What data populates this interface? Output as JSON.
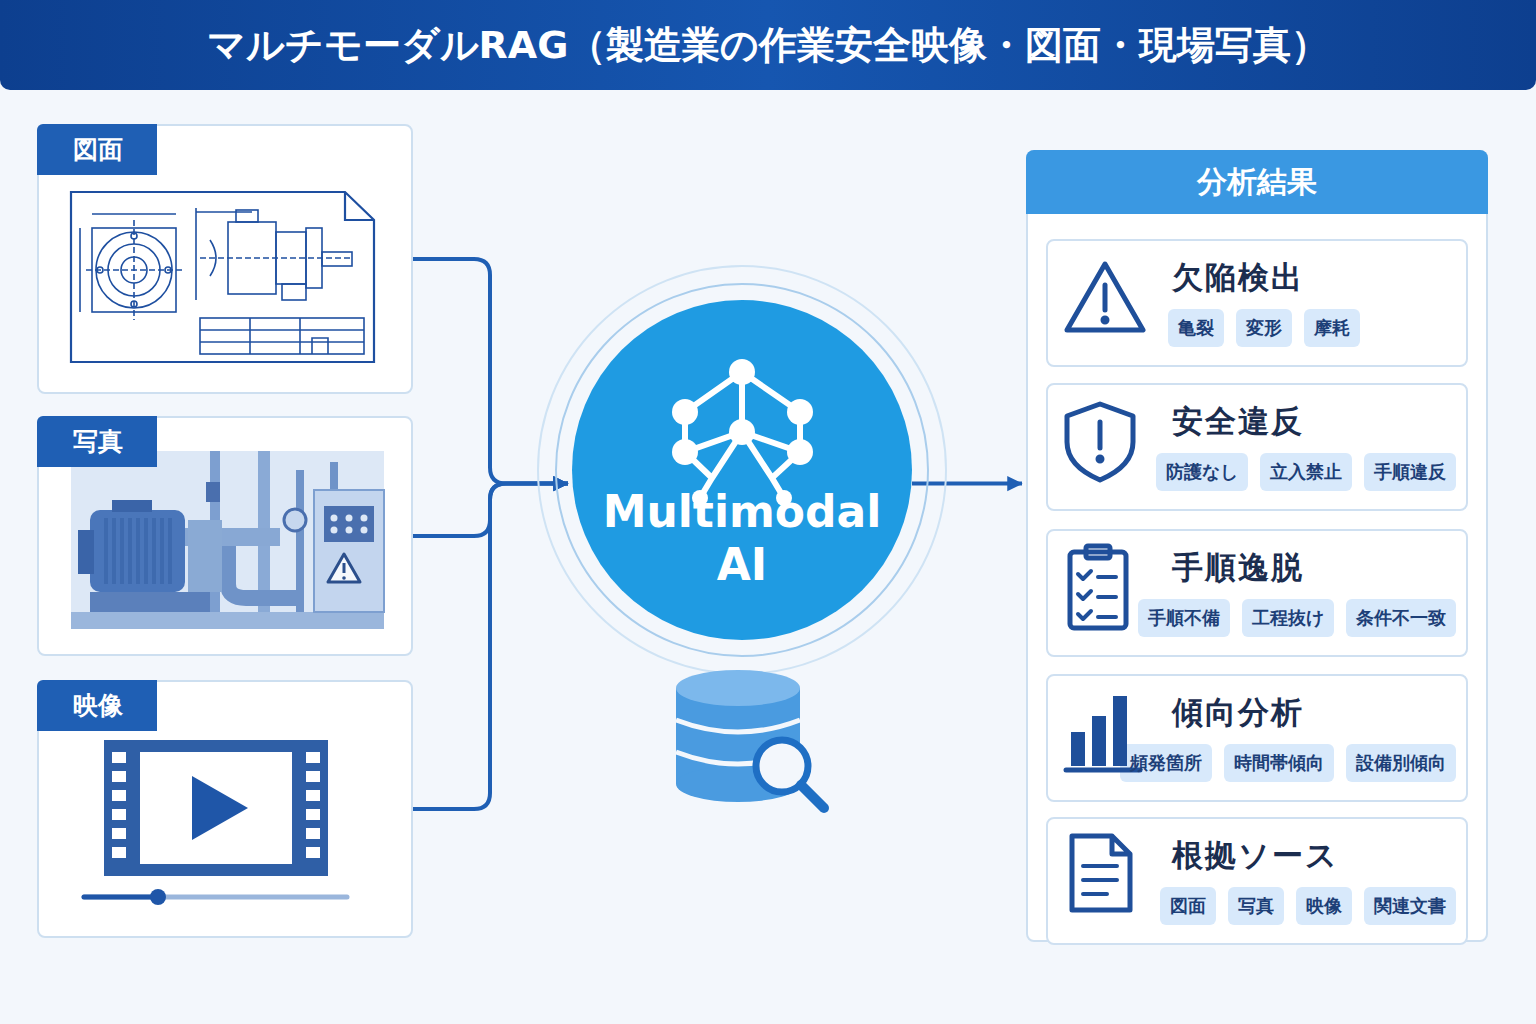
{
  "diagram": {
    "title": "マルチモーダルRAG（製造業の作業安全映像・図面・現場写真）",
    "nodes": [
      {
        "text": [
          "図面"
        ]
      },
      {
        "text": [
          "写真"
        ]
      },
      {
        "text": [
          "映像"
        ]
      },
      {
        "text": [
          "Multimodal AI"
        ]
      },
      {
        "text": [
          "分析結果"
        ]
      },
      {
        "text": [
          "欠陥検出"
        ],
        "in": 4
      },
      {
        "text": [
          "亀裂"
        ],
        "in": 5
      },
      {
        "text": [
          "変形"
        ],
        "in": 5
      },
      {
        "text": [
          "摩耗"
        ],
        "in": 5
      },
      {
        "text": [
          "安全違反"
        ],
        "in": 4
      },
      {
        "text": [
          "防護なし"
        ],
        "in": 9
      },
      {
        "text": [
          "立入禁止"
        ],
        "in": 9
      },
      {
        "text": [
          "手順違反"
        ],
        "in": 9
      },
      {
        "text": [
          "手順逸脱"
        ],
        "in": 4
      },
      {
        "text": [
          "手順不備"
        ],
        "in": 13
      },
      {
        "text": [
          "工程抜け"
        ],
        "in": 13
      },
      {
        "text": [
          "条件不一致"
        ],
        "in": 13
      },
      {
        "text": [
          "傾向分析"
        ],
        "in": 4
      },
      {
        "text": [
          "頻発箇所"
        ],
        "in": 17
      },
      {
        "text": [
          "時間帯傾向"
        ],
        "in": 17
      },
      {
        "text": [
          "設備別傾向"
        ],
        "in": 17
      },
      {
        "text": [
          "根拠ソース"
        ],
        "in": 4
      },
      {
        "text": [
          "図面"
        ],
        "in": 21
      },
      {
        "text": [
          "写真"
        ],
        "in": 21
      },
      {
        "text": [
          "映像"
        ],
        "in": 21
      },
      {
        "text": [
          "関連文書"
        ],
        "in": 21
      }
    ],
    "edges": [
      {
        "from": 0,
        "to": 3,
        "arrow": "to"
      },
      {
        "from": 1,
        "to": 3,
        "arrow": "to"
      },
      {
        "from": 2,
        "to": 3,
        "arrow": "to"
      },
      {
        "from": 3,
        "to": 4,
        "arrow": "to"
      }
    ]
  }
}
